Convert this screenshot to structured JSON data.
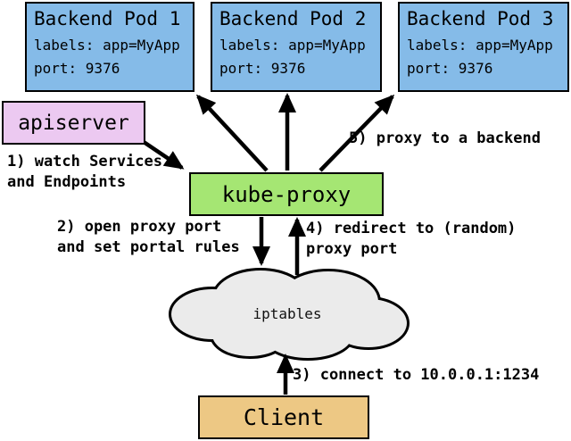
{
  "pods": [
    {
      "title": "Backend Pod 1",
      "labels_line": "labels: app=MyApp",
      "port_line": "port: 9376"
    },
    {
      "title": "Backend Pod 2",
      "labels_line": "labels: app=MyApp",
      "port_line": "port: 9376"
    },
    {
      "title": "Backend Pod 3",
      "labels_line": "labels: app=MyApp",
      "port_line": "port: 9376"
    }
  ],
  "nodes": {
    "apiserver": {
      "label": "apiserver"
    },
    "kube_proxy": {
      "label": "kube-proxy"
    },
    "iptables": {
      "label": "iptables"
    },
    "client": {
      "label": "Client"
    }
  },
  "annotations": {
    "step1": {
      "line1": "1) watch Services",
      "line2": "and Endpoints"
    },
    "step2": {
      "line1": "2) open proxy port",
      "line2": "and set portal rules"
    },
    "step3": {
      "line1": "3) connect to 10.0.0.1:1234"
    },
    "step4": {
      "line1": "4) redirect to (random)",
      "line2": "proxy port"
    },
    "step5": {
      "line1": "5) proxy to a backend"
    }
  },
  "colors": {
    "pod_fill": "#85bbe8",
    "apiserver_fill": "#ecc9f1",
    "kube_proxy_fill": "#a5e673",
    "client_fill": "#edc884",
    "cloud_fill": "#ebebeb",
    "stroke": "#000000",
    "background": "#ffffff"
  }
}
